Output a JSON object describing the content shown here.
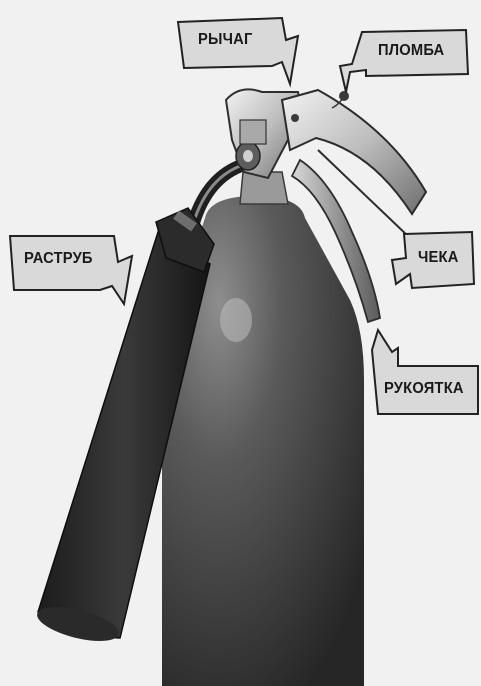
{
  "labels": {
    "lever": "РЫЧАГ",
    "seal": "ПЛОМБА",
    "horn": "РАСТРУБ",
    "pin": "ЧЕКА",
    "handle": "РУКОЯТКА"
  }
}
